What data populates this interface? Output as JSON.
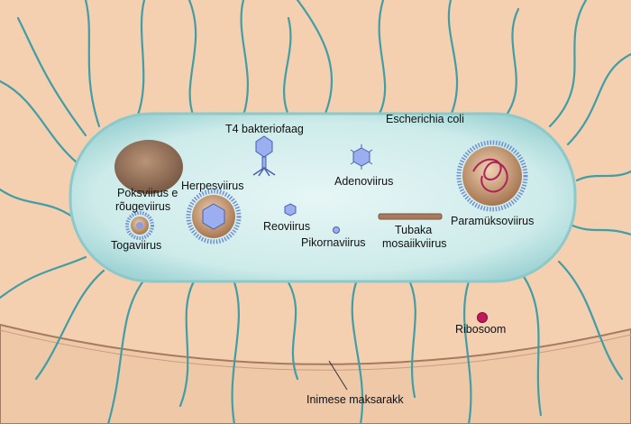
{
  "labels": {
    "t4": "T4 bakteriofaag",
    "ecoli": "Escherichia coli",
    "pox1": "Poksviirus e",
    "pox2": "rõugeviirus",
    "herpes": "Herpesviirus",
    "adeno": "Adenoviirus",
    "reo": "Reoviirus",
    "toga": "Togaviirus",
    "pikorna": "Pikornaviirus",
    "tmv1": "Tubaka",
    "tmv2": "mosaiikviirus",
    "paramyxo": "Paramüksoviirus",
    "ribosome": "Ribosoom",
    "liver": "Inimese maksarakk"
  },
  "colors": {
    "background": "#f4cfb0",
    "bacterium_fill": "#cfeceb",
    "bacterium_edge": "#86c6c8",
    "flagella": "#3f9ea6",
    "capsid": "#8a9ee0",
    "ribosome": "#c2185b"
  }
}
